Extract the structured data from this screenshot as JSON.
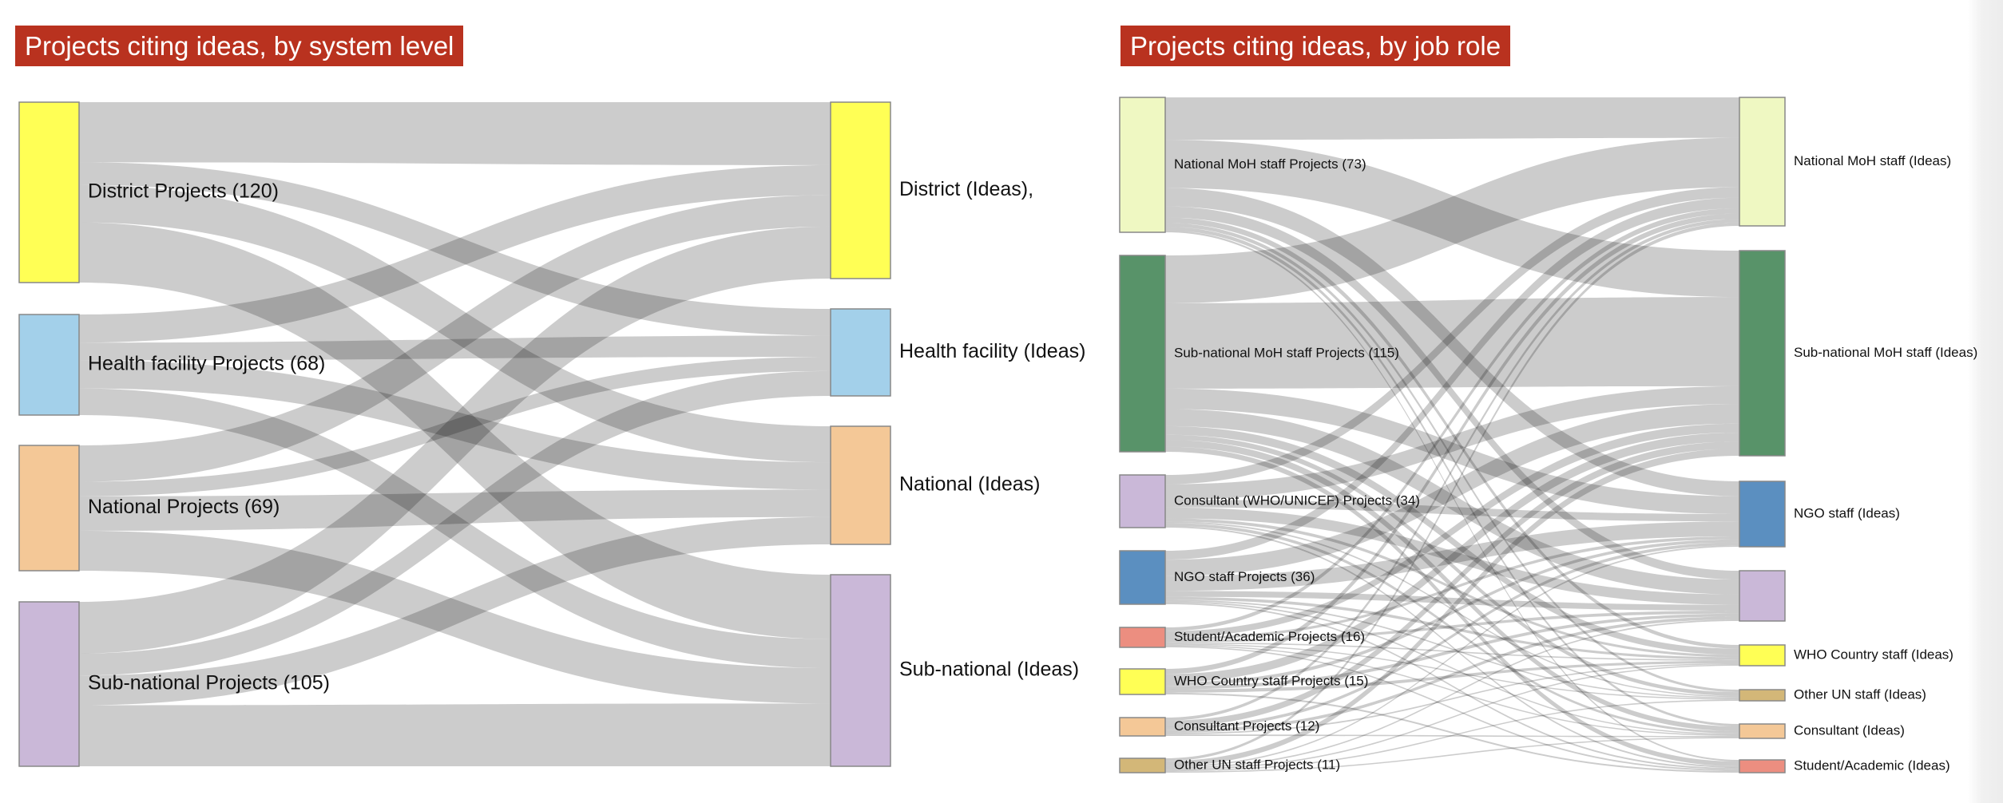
{
  "charts": {
    "system_level": {
      "title": "Projects citing ideas, by system level",
      "type": "sankey",
      "sources": [
        {
          "label": "District Projects (120)",
          "color": "#ffff55"
        },
        {
          "label": "Health facility Projects (68)",
          "color": "#a3d0ea"
        },
        {
          "label": "National Projects (69)",
          "color": "#f4c897"
        },
        {
          "label": "Sub-national Projects (105)",
          "color": "#cab8d8"
        }
      ],
      "targets": [
        {
          "label": "District (Ideas),",
          "color": "#ffff55"
        },
        {
          "label": "Health facility (Ideas)",
          "color": "#a3d0ea"
        },
        {
          "label": "National (Ideas)",
          "color": "#f4c897"
        },
        {
          "label": "Sub-national (Ideas)",
          "color": "#cab8d8"
        }
      ],
      "flows": [
        [
          40,
          15,
          25,
          40
        ],
        [
          19,
          12,
          19,
          18
        ],
        [
          20,
          8,
          19,
          22
        ],
        [
          33,
          14,
          19,
          39
        ]
      ]
    },
    "job_role": {
      "title": "Projects citing ideas, by job role",
      "type": "sankey",
      "sources": [
        {
          "label": "National MoH staff Projects (73)",
          "color": "#eff8c2"
        },
        {
          "label": "Sub-national MoH staff Projects (115)",
          "color": "#589369"
        },
        {
          "label": "Consultant (WHO/UNICEF) Projects (34)",
          "color": "#cab8d8"
        },
        {
          "label": "NGO staff Projects (36)",
          "color": "#5b8fc0"
        },
        {
          "label": "Student/Academic Projects (16)",
          "color": "#ec8e80"
        },
        {
          "label": "WHO Country staff Projects (15)",
          "color": "#ffff55"
        },
        {
          "label": "Consultant Projects (12)",
          "color": "#f4c897"
        },
        {
          "label": "Other UN staff Projects (11)",
          "color": "#d3b778"
        }
      ],
      "targets": [
        {
          "label": "National MoH staff (Ideas)",
          "color": "#eff8c2"
        },
        {
          "label": "Sub-national MoH staff (Ideas)",
          "color": "#589369"
        },
        {
          "label": "NGO staff (Ideas)",
          "color": "#5b8fc0"
        },
        {
          "label": "",
          "color": "#cab8d8"
        },
        {
          "label": "WHO Country staff (Ideas)",
          "color": "#ffff55"
        },
        {
          "label": "Other UN staff (Ideas)",
          "color": "#d3b778"
        },
        {
          "label": "Consultant (Ideas)",
          "color": "#f4c897"
        },
        {
          "label": "Student/Academic (Ideas)",
          "color": "#ec8e80"
        }
      ],
      "flows": [
        [
          23,
          26,
          10,
          6,
          3,
          2,
          2,
          1
        ],
        [
          28,
          50,
          12,
          10,
          5,
          3,
          4,
          3
        ],
        [
          6,
          10,
          5,
          7,
          2,
          1,
          2,
          1
        ],
        [
          6,
          11,
          10,
          4,
          2,
          1,
          1,
          1
        ],
        [
          3,
          5,
          2,
          2,
          1,
          1,
          1,
          1
        ],
        [
          3,
          5,
          2,
          2,
          2,
          0,
          0,
          1
        ],
        [
          2,
          4,
          2,
          2,
          1,
          0,
          1,
          0
        ],
        [
          2,
          4,
          1,
          1,
          1,
          1,
          1,
          0
        ]
      ]
    }
  }
}
